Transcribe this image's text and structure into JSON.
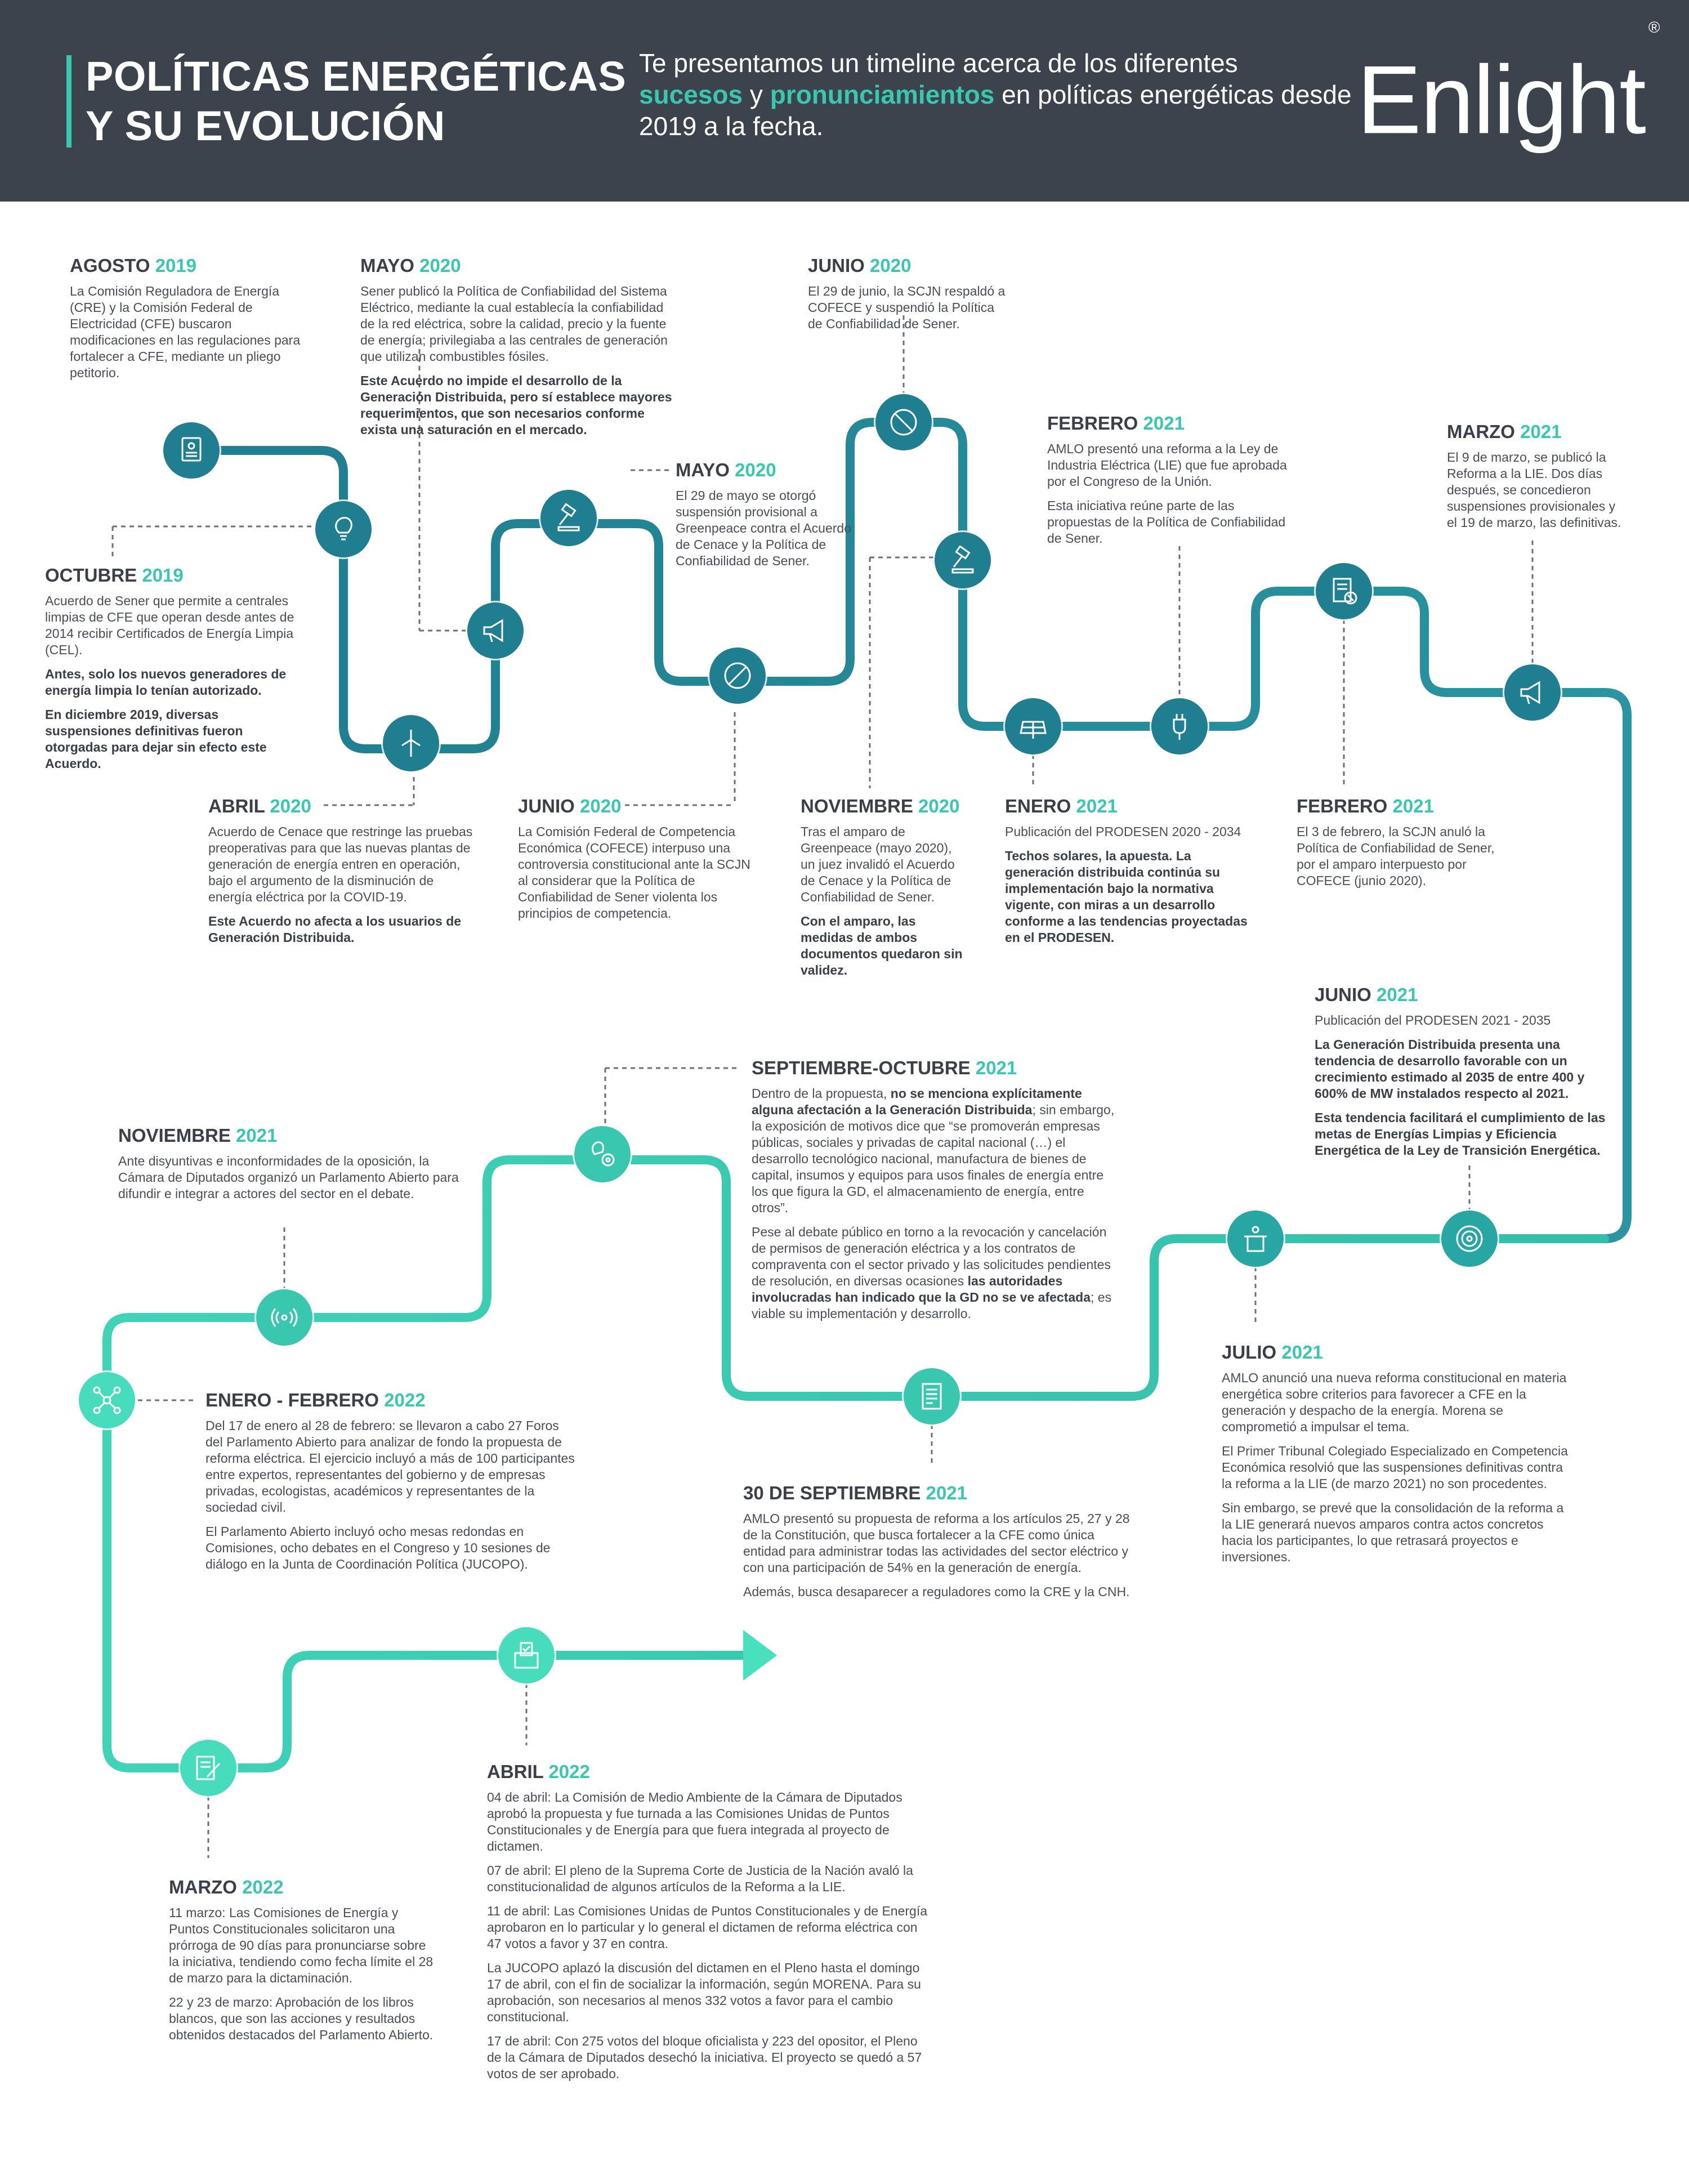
{
  "header": {
    "title_line1": "POLÍTICAS ENERGÉTICAS",
    "title_line2": "Y SU EVOLUCIÓN",
    "subtitle_pre": "Te presentamos un timeline acerca de los diferentes",
    "subtitle_em1": "sucesos",
    "subtitle_mid": " y ",
    "subtitle_em2": "pronunciamientos",
    "subtitle_post": " en políticas energéticas desde 2019 a la fecha.",
    "logo": "Enlight",
    "logo_mark": "®"
  },
  "colors": {
    "header_bg": "#3d434d",
    "accent": "#39c7b0",
    "path_dark": "#1f7e8f",
    "path_light": "#46dcbc"
  },
  "events": {
    "ago2019": {
      "month": "AGOSTO",
      "year": "2019",
      "p1": "La Comisión Reguladora de Energía (CRE) y la Comisión Federal de Electricidad (CFE) buscaron modificaciones en las regulaciones para fortalecer a CFE, mediante un pliego petitorio."
    },
    "oct2019": {
      "month": "OCTUBRE",
      "year": "2019",
      "p1": "Acuerdo de Sener que permite a centrales limpias de CFE que operan desde antes de 2014 recibir Certificados de Energía Limpia (CEL).",
      "p2": "Antes, solo los nuevos generadores de energía limpia lo tenían autorizado.",
      "p3": "En diciembre 2019, diversas suspensiones definitivas fueron otorgadas para dejar sin efecto este Acuerdo."
    },
    "abr2020": {
      "month": "ABRIL",
      "year": "2020",
      "p1": "Acuerdo de Cenace que restringe las pruebas preoperativas para que las nuevas plantas de generación de energía entren en operación, bajo el argumento de la disminución de energía eléctrica por la COVID-19.",
      "p2": "Este Acuerdo no afecta a los usuarios de Generación Distribuida."
    },
    "may2020a": {
      "month": "MAYO",
      "year": "2020",
      "p1": "Sener publicó la Política de Confiabilidad del Sistema Eléctrico, mediante la cual establecía la confiabilidad de la red eléctrica, sobre la calidad, precio y la fuente de energía; privilegiaba a las centrales de generación que utilizan combustibles fósiles.",
      "p2": "Este Acuerdo no impide el desarrollo de la Generación Distribuida, pero sí establece mayores requerimientos, que son necesarios conforme exista una saturación en el mercado."
    },
    "may2020b": {
      "month": "MAYO",
      "year": "2020",
      "p1": "El 29 de mayo se otorgó suspensión provisional a Greenpeace contra el Acuerdo de Cenace y la Política de Confiabilidad de Sener."
    },
    "jun2020a": {
      "month": "JUNIO",
      "year": "2020",
      "p1": "La Comisión Federal de Competencia Económica (COFECE) interpuso una controversia constitucional ante la SCJN al considerar que la Política de Confiabilidad de Sener violenta los principios de competencia."
    },
    "jun2020b": {
      "month": "JUNIO",
      "year": "2020",
      "p1": "El 29 de junio, la SCJN respaldó a COFECE y suspendió la Política de Confiabilidad de Sener."
    },
    "nov2020": {
      "month": "NOVIEMBRE",
      "year": "2020",
      "p1": "Tras el amparo de Greenpeace (mayo 2020), un juez invalidó el Acuerdo de Cenace y la Política de Confiabilidad de Sener.",
      "p2": "Con el amparo, las medidas de ambos documentos quedaron sin validez."
    },
    "ene2021": {
      "month": "ENERO",
      "year": "2021",
      "p1": "Publicación del PRODESEN 2020 - 2034",
      "p2": "Techos solares, la apuesta. La generación distribuida continúa su implementación bajo la normativa vigente, con miras a un desarrollo conforme a las tendencias proyectadas en el PRODESEN."
    },
    "feb2021a": {
      "month": "FEBRERO",
      "year": "2021",
      "p1": "AMLO presentó una reforma a la Ley de Industria Eléctrica (LIE) que fue aprobada por el Congreso de la Unión.",
      "p2": "Esta iniciativa reúne parte de las propuestas de la Política de Confiabilidad de Sener."
    },
    "feb2021b": {
      "month": "FEBRERO",
      "year": "2021",
      "p1": "El 3 de febrero, la SCJN anuló la Política de Confiabilidad de Sener, por el amparo interpuesto por COFECE (junio 2020)."
    },
    "mar2021": {
      "month": "MARZO",
      "year": "2021",
      "p1": "El 9 de marzo, se publicó la Reforma a la LIE. Dos días después, se concedieron suspensiones provisionales y el 19 de marzo, las definitivas."
    },
    "jun2021": {
      "month": "JUNIO",
      "year": "2021",
      "p1": "Publicación del PRODESEN 2021 - 2035",
      "p2": "La Generación Distribuida presenta una tendencia de desarrollo favorable con un crecimiento estimado al 2035 de entre 400 y 600% de MW instalados respecto al 2021.",
      "p3": "Esta tendencia facilitará el cumplimiento de las metas de Energías Limpias y Eficiencia Energética de la Ley de Transición Energética."
    },
    "jul2021": {
      "month": "JULIO",
      "year": "2021",
      "p1": "AMLO anunció una nueva reforma constitucional en materia energética sobre criterios para favorecer a CFE en la generación y despacho de la energía. Morena se comprometió a impulsar el tema.",
      "p2": "El Primer Tribunal Colegiado Especializado en Competencia Económica resolvió que las suspensiones definitivas contra la reforma a la LIE (de marzo 2021) no son procedentes.",
      "p3": "Sin embargo, se prevé que la consolidación de la reforma a la LIE generará nuevos amparos contra actos concretos hacia los participantes, lo que retrasará proyectos e inversiones."
    },
    "sepoct2021": {
      "month": "SEPTIEMBRE-OCTUBRE",
      "year": "2021",
      "p1a": "Dentro de la propuesta, ",
      "p1b": "no se menciona explícitamente alguna afectación a la Generación Distribuida",
      "p1c": "; sin embargo, la exposición de motivos dice que “se promoverán empresas públicas, sociales y privadas de capital nacional (…) el desarrollo tecnológico nacional, manufactura de bienes de capital, insumos y equipos para usos finales de energía entre los que figura la GD, el almacenamiento de energía, entre otros”.",
      "p2a": "Pese al debate público en torno a la revocación y cancelación de permisos de generación eléctrica y a los contratos de compraventa con el sector privado y las solicitudes pendientes de resolución, en diversas ocasiones ",
      "p2b": "las autoridades involucradas han indicado que la GD no se ve afectada",
      "p2c": "; es viable su implementación y desarrollo."
    },
    "sep2021": {
      "month": "30 DE SEPTIEMBRE",
      "year": "2021",
      "p1": "AMLO presentó su propuesta de reforma a los artículos 25, 27 y 28 de la Constitución, que busca fortalecer a la CFE como única entidad para administrar todas las actividades del sector eléctrico y con una participación de 54% en la generación de energía.",
      "p2": "Además, busca desaparecer a reguladores como la CRE y la CNH."
    },
    "nov2021": {
      "month": "NOVIEMBRE",
      "year": "2021",
      "p1": "Ante disyuntivas e inconformidades de la oposición, la Cámara de Diputados organizó un Parlamento Abierto para difundir e integrar a actores del sector en el debate."
    },
    "enefeb2022": {
      "month": "ENERO - FEBRERO",
      "year": "2022",
      "p1": "Del 17 de enero al 28 de febrero: se llevaron a cabo 27 Foros del Parlamento Abierto para analizar de fondo la propuesta de reforma eléctrica. El ejercicio incluyó a más de 100 participantes entre expertos, representantes del gobierno y de empresas privadas, ecologistas, académicos y representantes de la sociedad civil.",
      "p2": "El Parlamento Abierto incluyó ocho mesas redondas en Comisiones, ocho debates en el Congreso y 10 sesiones de diálogo en la Junta de Coordinación Política (JUCOPO)."
    },
    "mar2022": {
      "month": "MARZO",
      "year": "2022",
      "p1": "11 marzo: Las Comisiones de Energía y Puntos Constitucionales solicitaron una prórroga de 90 días para pronunciarse sobre la iniciativa, tendiendo como fecha límite el 28 de marzo para la dictaminación.",
      "p2": "22 y 23 de marzo: Aprobación de los libros blancos, que son las acciones y resultados obtenidos destacados del Parlamento Abierto."
    },
    "abr2022": {
      "month": "ABRIL",
      "year": "2022",
      "p1": "04 de abril: La Comisión de Medio Ambiente de la Cámara de Diputados aprobó la propuesta y fue turnada a las Comisiones Unidas de Puntos Constitucionales y de Energía para que fuera integrada al proyecto de dictamen.",
      "p2": "07 de abril: El pleno de la Suprema Corte de Justicia de la Nación avaló la constitucionalidad de algunos artículos de la Reforma a la LIE.",
      "p3": "11 de abril: Las Comisiones Unidas de Puntos Constitucionales y de Energía aprobaron en lo particular y lo general el dictamen de reforma eléctrica con 47 votos a favor y 37 en contra.",
      "p4": "La JUCOPO aplazó la discusión del dictamen en el Pleno hasta el domingo 17 de abril, con el fin de socializar la información, según MORENA. Para su aprobación, son necesarios al menos 332 votos a favor para el cambio constitucional.",
      "p5": "17 de abril: Con 275 votos del bloque oficialista y 223 del opositor, el Pleno de la Cámara de Diputados desechó la iniciativa. El proyecto se quedó a 57 votos de ser aprobado."
    }
  }
}
